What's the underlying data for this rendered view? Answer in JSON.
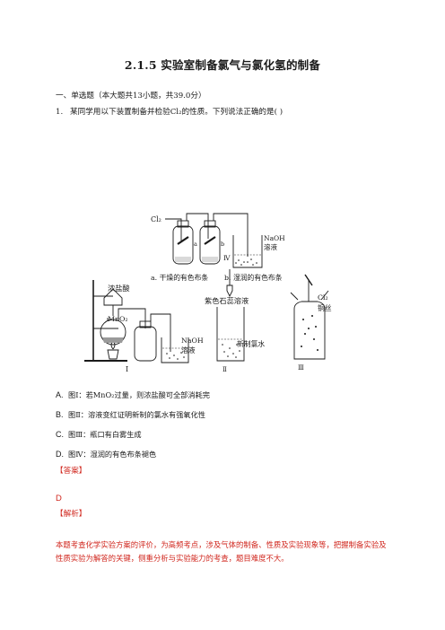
{
  "title": "2.1.5 实验室制备氯气与氯化氢的制备",
  "section_header": "一、单选题（本大题共13小题，共39.0分）",
  "question": {
    "number": "1.",
    "text": "某同学用以下装置制备并检验Cl₂的性质。下列说法正确的是(      )"
  },
  "figure": {
    "top_inlet": "Cl₂",
    "label_a_small": "a",
    "label_b_small": "b",
    "naoh_1": "NaOH",
    "rongye_1": "溶液",
    "caption_a": "a. 干燥的有色布条",
    "caption_b": "b. 湿润的有色布条",
    "label_iv": "Ⅳ",
    "nongyansuan": "浓盐酸",
    "mno2": "MnO₂",
    "naoh_2": "NaOH",
    "rongye_2": "溶液",
    "zise": "紫色石蕊溶液",
    "xinzhi": "新制氯水",
    "cl2_right": "Cl₂",
    "tongsi": "铜丝",
    "label_i": "Ⅰ",
    "label_ii": "Ⅱ",
    "label_iii": "Ⅲ"
  },
  "options": [
    {
      "key": "A.",
      "text": "图Ⅰ：若MnO₂过量，则浓盐酸可全部消耗完"
    },
    {
      "key": "B.",
      "text": "图Ⅱ：溶液变红证明新制的氯水有强氧化性"
    },
    {
      "key": "C.",
      "text": "图Ⅲ：瓶口有白雾生成"
    },
    {
      "key": "D.",
      "text": "图Ⅳ：湿润的有色布条褪色"
    }
  ],
  "answer_label": "【答案】",
  "answer": "D",
  "analysis_label": "【解析】",
  "analysis": "本题考查化学实验方案的评价，为高频考点，涉及气体的制备、性质及实验现象等，把握制备实验及性质实验为解答的关键，侧重分析与实验能力的考查，题目难度不大。",
  "colors": {
    "accent_red": "#d0261d",
    "text": "#1a1a1a"
  }
}
